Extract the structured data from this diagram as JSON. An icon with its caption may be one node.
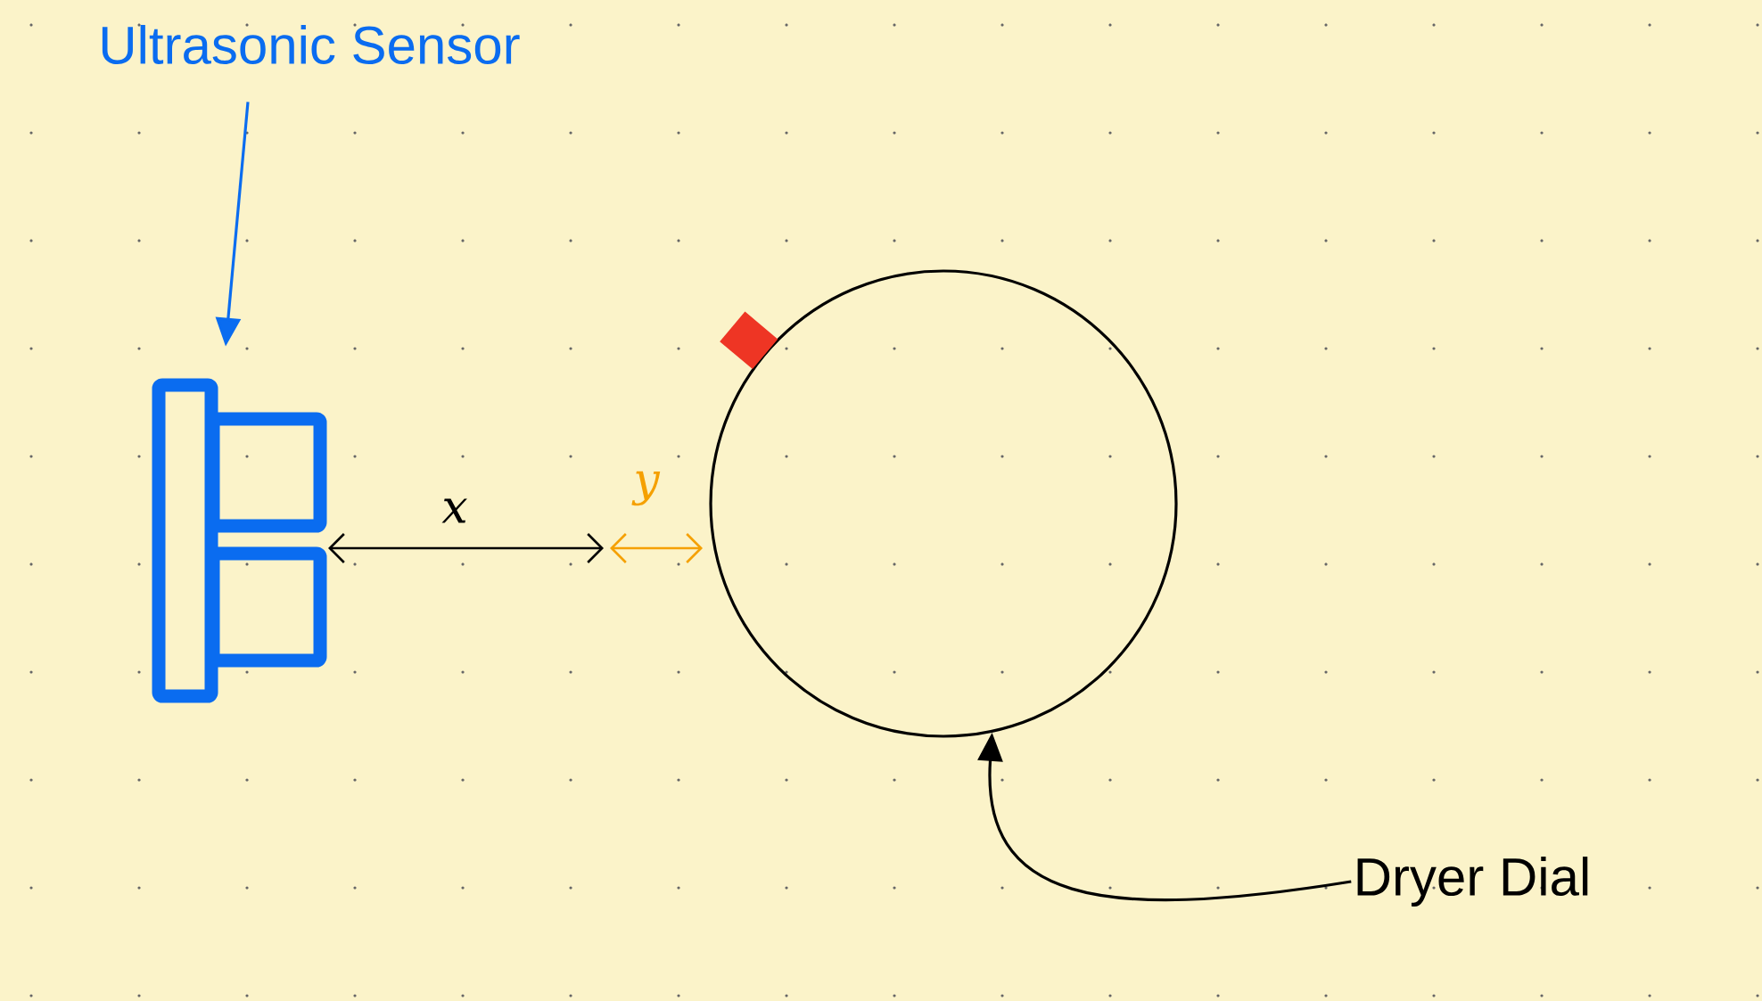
{
  "diagram": {
    "nodes": [
      {
        "text": [
          "Ultrasonic Sensor"
        ]
      },
      {
        "text": [],
        "shape": "picture"
      },
      {
        "text": [
          "Dryer Dial"
        ]
      },
      {
        "text": [],
        "shape": "circle"
      }
    ],
    "edges": [
      {
        "from": 0,
        "to": 1,
        "arrow": "to",
        "color": "#0a6cf0"
      },
      {
        "from": 2,
        "to": 3,
        "arrow": "to",
        "color": "#000000"
      }
    ],
    "labels": [
      "x",
      "y"
    ]
  }
}
